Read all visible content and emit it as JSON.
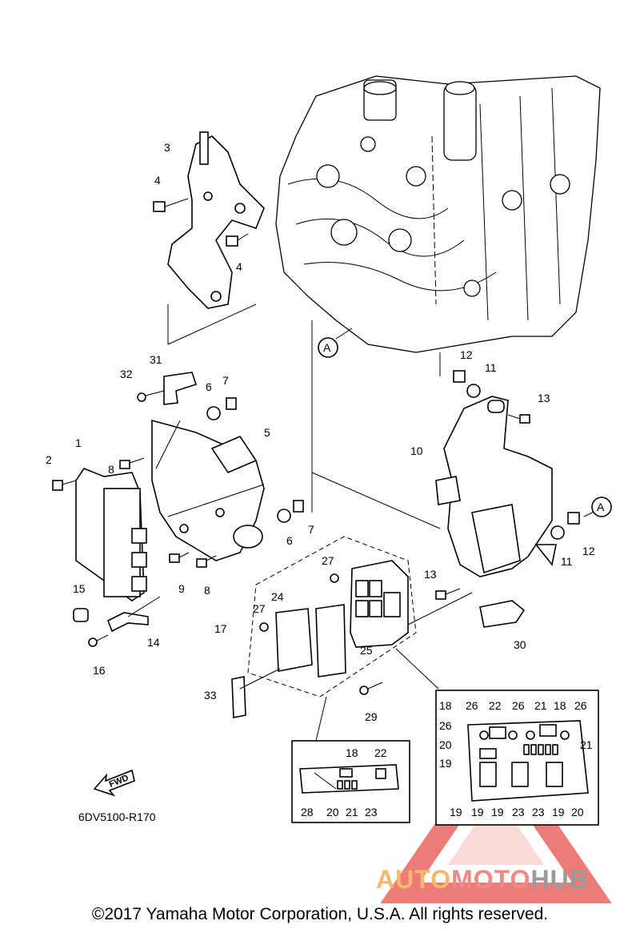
{
  "diagram_code": "6DV5100-R170",
  "copyright": "©2017 Yamaha Motor Corporation, U.S.A. All rights reserved.",
  "fwd_label": "FWD",
  "watermark": {
    "part1": "AUTO",
    "part2": "MOTO",
    "part3": "HUB"
  },
  "callouts": [
    "1",
    "2",
    "3",
    "4",
    "4",
    "5",
    "6",
    "6",
    "7",
    "7",
    "8",
    "8",
    "9",
    "10",
    "11",
    "11",
    "12",
    "12",
    "13",
    "13",
    "14",
    "15",
    "16",
    "17",
    "24",
    "25",
    "27",
    "27",
    "29",
    "30",
    "31",
    "32",
    "33",
    "A",
    "A"
  ],
  "inset_small": [
    "18",
    "22",
    "28",
    "20",
    "21",
    "23"
  ],
  "inset_large": [
    "18",
    "26",
    "22",
    "26",
    "21",
    "18",
    "26",
    "26",
    "20",
    "19",
    "21",
    "19",
    "19",
    "19",
    "23",
    "23",
    "19",
    "20"
  ],
  "colors": {
    "line": "#000000",
    "watermark_red": "#e8504a",
    "watermark_orange": "#f5b971",
    "watermark_gray": "#9a9a9a"
  }
}
